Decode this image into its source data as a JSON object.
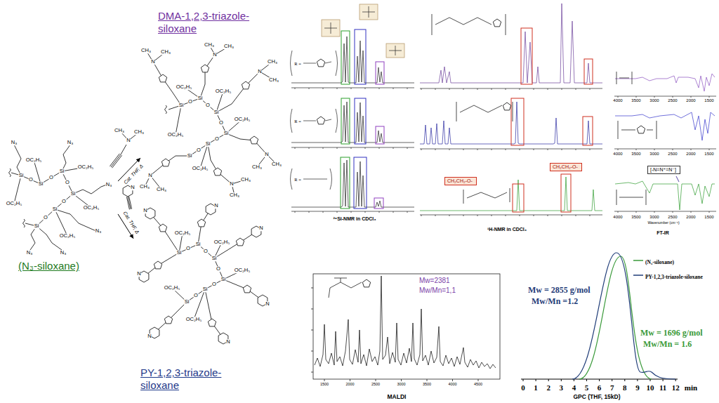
{
  "diagram": {
    "nodes": [
      {
        "text": [
          "(N₃-siloxane)"
        ]
      },
      {
        "text": [
          "DMA-1,2,3-triazole-siloxane"
        ]
      },
      {
        "text": [
          "PY-1,2,3-triazole-siloxane"
        ]
      },
      {
        "text": [
          "[-N=N⁺=N⁻]"
        ]
      },
      {
        "text": [
          "CH₂CH₂-O-"
        ]
      },
      {
        "text": [
          "CH₂CH₂-O-"
        ]
      }
    ],
    "edges": [
      {
        "from": 0,
        "to": 1,
        "arrow": "to",
        "label": "Cat. THF, Δ"
      },
      {
        "from": 0,
        "to": 2,
        "arrow": "to",
        "label": "Cat. THF, Δ"
      }
    ],
    "labels": [
      "²⁹Si-NMR in CDCl₃",
      "¹H-NMR in CDCl₃",
      "FT-IR",
      "Wavenumber (cm⁻¹)",
      "4000",
      "3500",
      "3000",
      "2500",
      "2000",
      "1500",
      "4000",
      "3500",
      "3000",
      "2500",
      "2000",
      "1500",
      "4000",
      "3500",
      "3000",
      "2500",
      "2000",
      "1500",
      "R =",
      "R =",
      "R =",
      "Mw=2381",
      "Mw/Mn=1,1",
      "MALDI",
      "1500",
      "2000",
      "2500",
      "3000",
      "3500",
      "4000",
      "4500",
      "Mw = 2855 g/mol",
      "Mw/Mn =1.2",
      "Mw = 1696 g/mol",
      "Mw/Mn = 1.6",
      "0",
      "1",
      "2",
      "3",
      "4",
      "5",
      "6",
      "7",
      "8",
      "9",
      "10",
      "11",
      "12",
      "min",
      "GPC (THF, 15kD)",
      "N",
      "CH₃",
      "CH₃",
      "N",
      "Si",
      "Si",
      "Si",
      "Si",
      "Si",
      "Si",
      "O",
      "O",
      "O",
      "O",
      "O",
      "OC₂H₅",
      "OC₂H₅",
      "OC₂H₅",
      "OC₂H₅",
      "OC₂H₅",
      "N₃",
      "N₃",
      "N₃",
      "N₃",
      "N₃",
      "N₃",
      "Si",
      "Si",
      "Si",
      "Si",
      "Si",
      "Si",
      "O",
      "O",
      "O",
      "O",
      "O",
      "OC₂H₅",
      "OC₂H₅",
      "OC₂H₅",
      "OC₂H₅",
      "OC₂H₅",
      "N",
      "N",
      "N",
      "N",
      "N",
      "N",
      "CH₃",
      "CH₃",
      "CH₃",
      "CH₃",
      "CH₃",
      "CH₃",
      "CH₃",
      "CH₃",
      "CH₃",
      "CH₃",
      "CH₃",
      "CH₃",
      "Si",
      "Si",
      "Si",
      "Si",
      "Si",
      "Si",
      "O",
      "O",
      "O",
      "O",
      "O",
      "OC₂H₅",
      "OC₂H₅",
      "OC₂H₅",
      "OC₂H₅",
      "OC₂H₅",
      "N",
      "N",
      "N",
      "N",
      "N",
      "N",
      "N"
    ],
    "legend": [
      {
        "text": "(N₃-siloxane)"
      },
      {
        "text": "PY-1,2,3-triazole-siloxane"
      }
    ]
  }
}
